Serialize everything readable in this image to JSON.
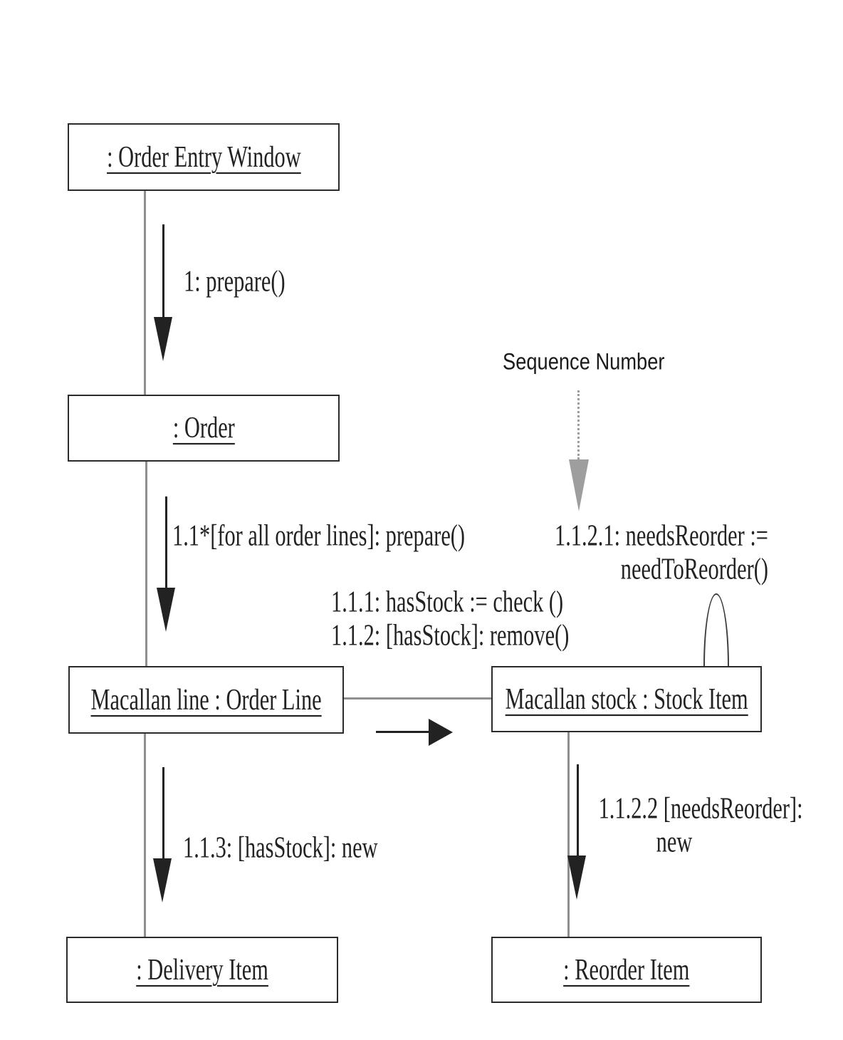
{
  "colors": {
    "ink": "#222222",
    "link": "#8f8f8f",
    "seq": "#9e9e9e"
  },
  "objects": {
    "order_entry_window": ": Order Entry Window",
    "order": ": Order",
    "order_line": "Macallan line : Order Line",
    "stock_item": "Macallan stock : Stock Item",
    "delivery_item": ": Delivery Item",
    "reorder_item": ": Reorder Item"
  },
  "messages": {
    "prepare_1": "1: prepare()",
    "prepare_1_1": "1.1*[for all order lines]: prepare()",
    "has_stock_1_1_1": "1.1.1: hasStock := check ()",
    "remove_1_1_2": "1.1.2: [hasStock]: remove()",
    "needs_reorder_1_1_2_1_line1": "1.1.2.1: needsReorder :=",
    "needs_reorder_1_1_2_1_line2": "needToReorder()",
    "reorder_new_1_1_2_2_line1": "1.1.2.2 [needsReorder]:",
    "reorder_new_1_1_2_2_line2": "new",
    "delivery_new_1_1_3": "1.1.3: [hasStock]: new"
  },
  "annotations": {
    "sequence_number": "Sequence Number"
  }
}
